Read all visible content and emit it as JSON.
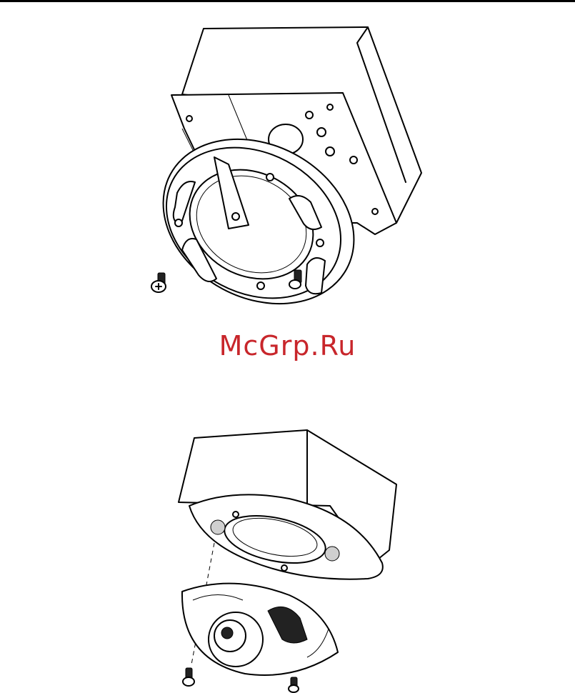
{
  "page": {
    "watermark": "McGrp.Ru"
  },
  "figures": [
    {
      "icon": "mount-bracket-on-junction-box-illustration"
    },
    {
      "icon": "dome-camera-attach-to-bracket-illustration"
    }
  ]
}
